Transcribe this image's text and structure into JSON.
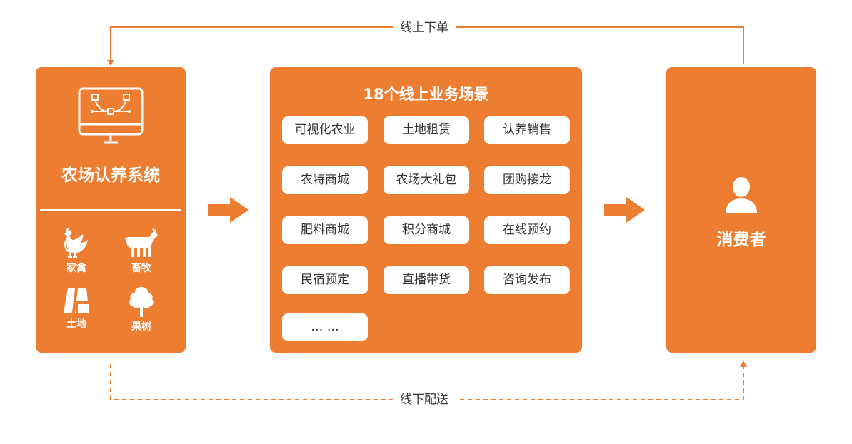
{
  "flows": {
    "top_label": "线上下单",
    "bottom_label": "线下配送"
  },
  "left": {
    "title": "农场认养系统",
    "categories": [
      {
        "label": "家禽",
        "icon": "chicken-icon"
      },
      {
        "label": "畜牧",
        "icon": "goat-icon"
      },
      {
        "label": "土地",
        "icon": "land-icon"
      },
      {
        "label": "果树",
        "icon": "tree-icon"
      }
    ]
  },
  "middle": {
    "title": "18个线上业务场景",
    "scenarios": [
      "可视化农业",
      "土地租赁",
      "认养销售",
      "农特商城",
      "农场大礼包",
      "团购接龙",
      "肥料商城",
      "积分商城",
      "在线预约",
      "民宿预定",
      "直播带货",
      "咨询发布",
      "… …"
    ]
  },
  "right": {
    "title": "消费者",
    "icon": "user-icon"
  },
  "colors": {
    "accent": "#ED7D31",
    "text": "#333333",
    "background": "#FFFFFF"
  }
}
